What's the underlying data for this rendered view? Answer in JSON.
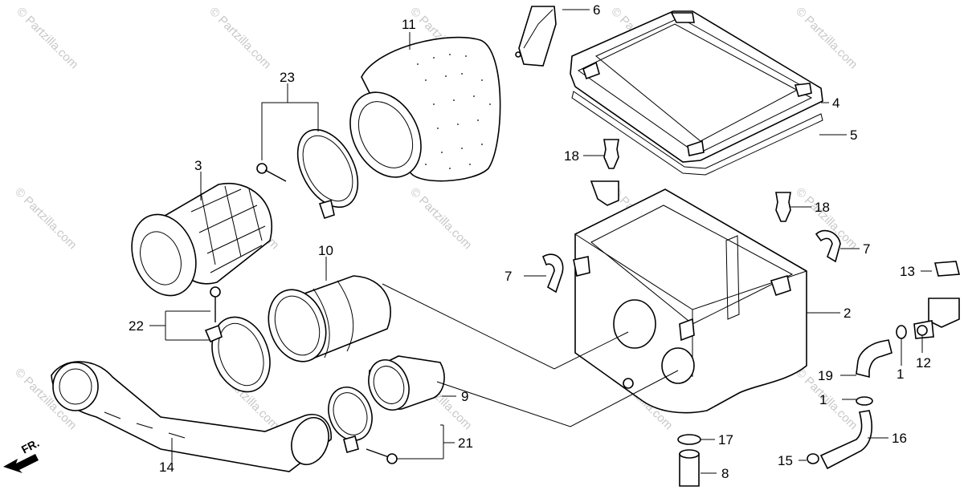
{
  "watermark": "© Partzilla.com",
  "front_indicator": "FR.",
  "callouts": {
    "c1a": "1",
    "c1b": "1",
    "c2": "2",
    "c3": "3",
    "c4": "4",
    "c5": "5",
    "c6": "6",
    "c7a": "7",
    "c7b": "7",
    "c8": "8",
    "c9": "9",
    "c10": "10",
    "c11": "11",
    "c12": "12",
    "c13": "13",
    "c14": "14",
    "c15": "15",
    "c16": "16",
    "c17": "17",
    "c18a": "18",
    "c18b": "18",
    "c19": "19",
    "c21": "21",
    "c22": "22",
    "c23": "23"
  }
}
